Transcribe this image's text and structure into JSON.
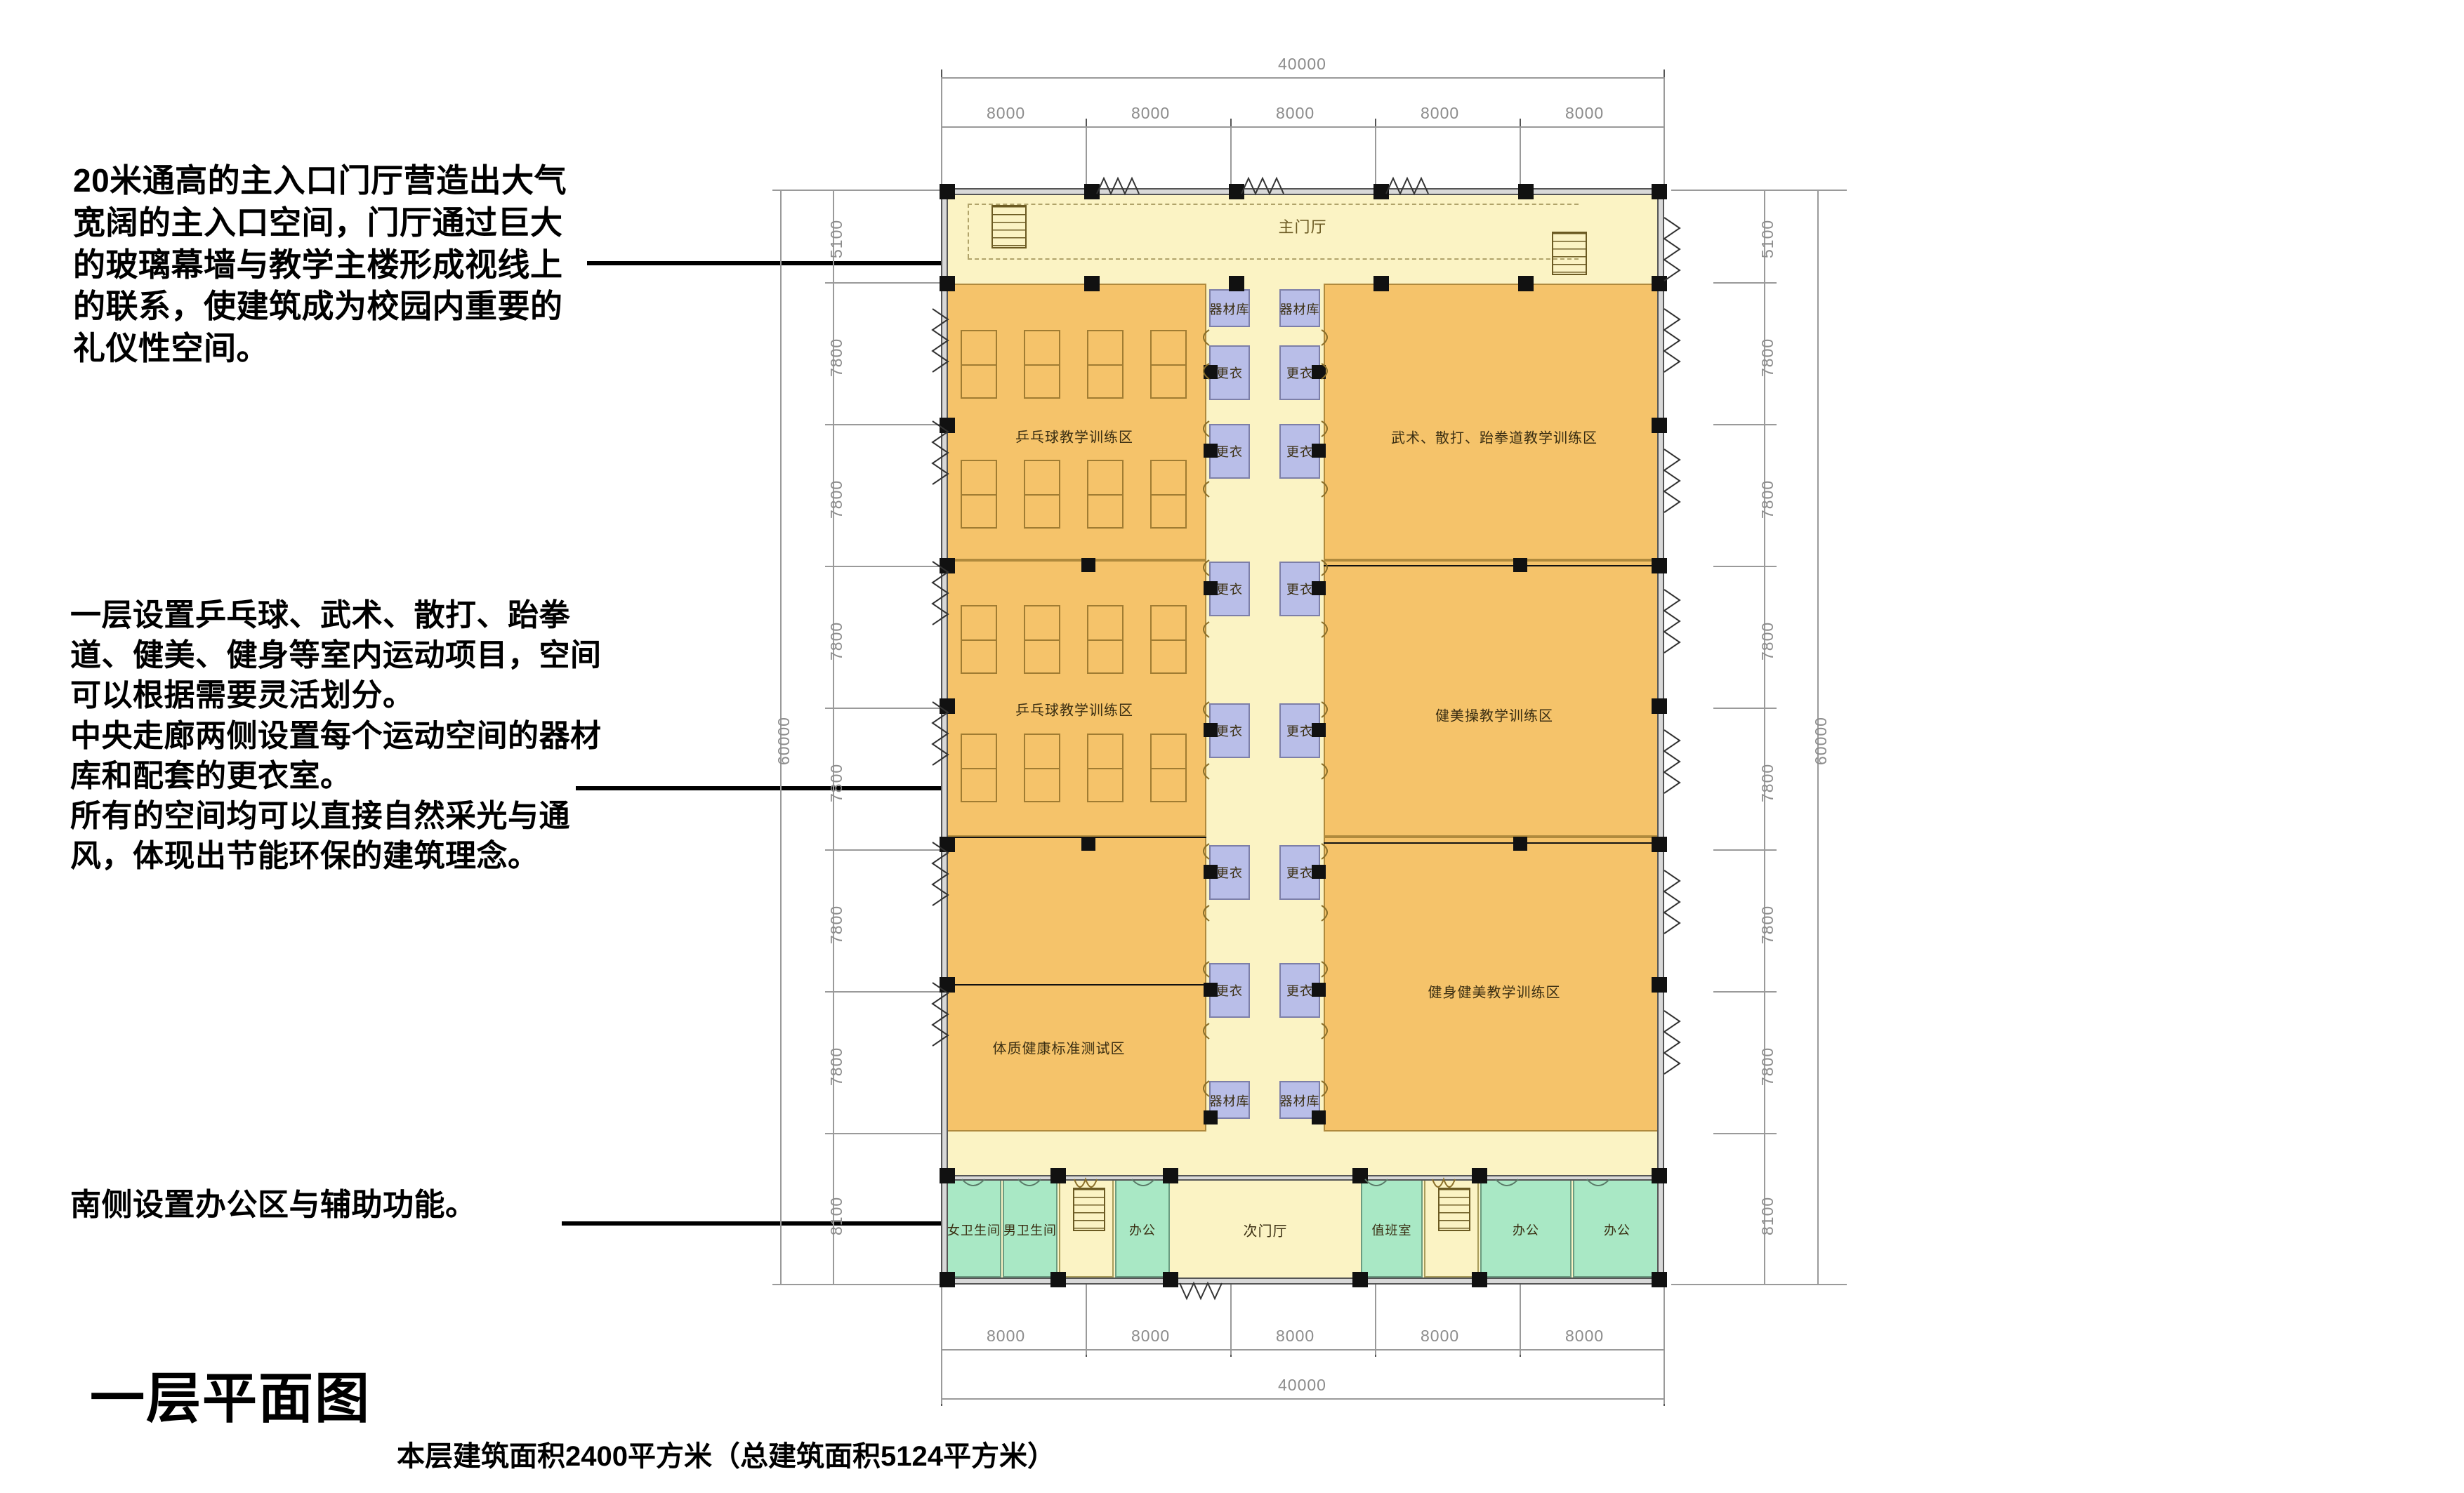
{
  "drawing": {
    "title": "一层平面图",
    "caption": "本层建筑面积2400平方米（总建筑面积5124平方米）"
  },
  "annotations": [
    {
      "id": "annot-1",
      "text": "20米通高的主入口门厅营造出大气宽阔的主入口空间，门厅通过巨大的玻璃幕墙与教学主楼形成视线上的联系，使建筑成为校园内重要的礼仪性空间。"
    },
    {
      "id": "annot-2",
      "text": "一层设置乒乓球、武术、散打、跆拳道、健美、健身等室内运动项目，空间可以根据需要灵活划分。\n中央走廊两侧设置每个运动空间的器材库和配套的更衣室。\n所有的空间均可以直接自然采光与通风，体现出节能环保的建筑理念。"
    },
    {
      "id": "annot-3",
      "text": "南侧设置办公区与辅助功能。"
    }
  ],
  "dimensions": {
    "top_overall": "40000",
    "top_bays": [
      "8000",
      "8000",
      "8000",
      "8000",
      "8000"
    ],
    "bottom_overall": "40000",
    "bottom_bays": [
      "8000",
      "8000",
      "8000",
      "8000",
      "8000"
    ],
    "left_overall": "60000",
    "left_bays": [
      "5100",
      "7800",
      "7800",
      "7800",
      "7800",
      "7800",
      "7800",
      "8100"
    ],
    "right_overall": "60000",
    "right_bays": [
      "5100",
      "7800",
      "7800",
      "7800",
      "7800",
      "7800",
      "7800",
      "8100"
    ]
  },
  "rooms": {
    "main_lobby": "主门厅",
    "secondary_lobby": "次门厅",
    "left_zones": [
      "乒乓球教学训练区",
      "乒乓球教学训练区",
      "体质健康标准测试区"
    ],
    "right_zones": [
      "武术、散打、跆拳道教学训练区",
      "健美操教学训练区",
      "健身健美教学训练区"
    ],
    "equipment_store": "器材库",
    "changing": "更衣",
    "bottom_row": [
      "女卫生间",
      "男卫生间",
      "办公",
      "次门厅",
      "值班室",
      "办公",
      "办公"
    ]
  },
  "colors": {
    "sport_zone": "#F5C36A",
    "lobby": "#FBF3C4",
    "changing_room": "#B9BEE8",
    "office_room": "#A9E8C5",
    "wall": "#555555",
    "column": "#111111",
    "dimension_text": "#8c8c8c"
  }
}
